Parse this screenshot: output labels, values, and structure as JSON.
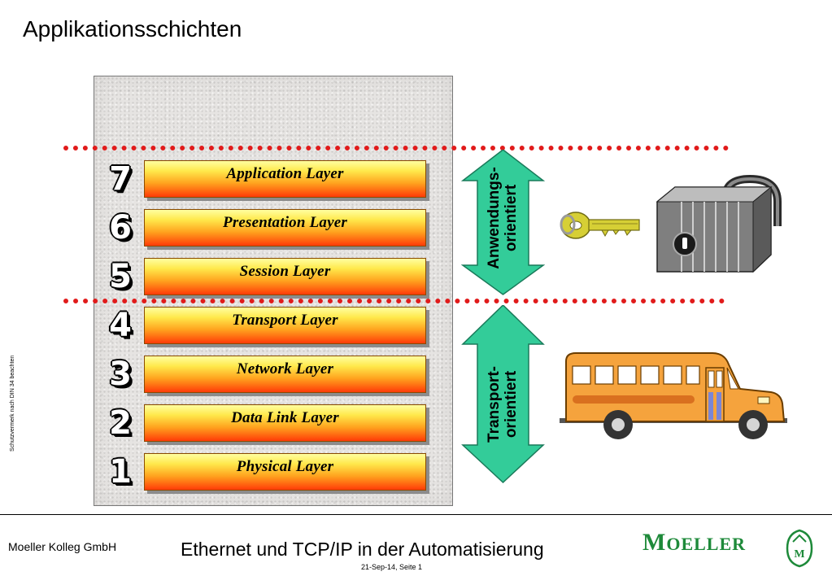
{
  "slide_title": "Applikationsschichten",
  "layers": [
    {
      "number": "7",
      "label": "Application Layer"
    },
    {
      "number": "6",
      "label": "Presentation Layer"
    },
    {
      "number": "5",
      "label": "Session Layer"
    },
    {
      "number": "4",
      "label": "Transport Layer"
    },
    {
      "number": "3",
      "label": "Network Layer"
    },
    {
      "number": "2",
      "label": "Data Link Layer"
    },
    {
      "number": "1",
      "label": "Physical Layer"
    }
  ],
  "groups": {
    "application_oriented": {
      "line1": "Anwendungs-",
      "line2": "orientiert"
    },
    "transport_oriented": {
      "line1": "Transport-",
      "line2": "orientiert"
    }
  },
  "footer": {
    "company": "Moeller Kolleg GmbH",
    "title": "Ethernet und TCP/IP in der Automatisierung",
    "date_page": "21-Sep-14,  Seite 1",
    "protection_note": "Schutzvermerk nach DIN 34 beachten"
  },
  "logo": {
    "initial": "M",
    "rest": "OELLER",
    "emblem_letters": "M"
  },
  "colors": {
    "arrow_green": "#33cc99",
    "separator_red": "#e11b1b",
    "logo_green": "#1e8a3a"
  },
  "icons": [
    "key-icon",
    "padlock-icon",
    "bus-icon"
  ]
}
